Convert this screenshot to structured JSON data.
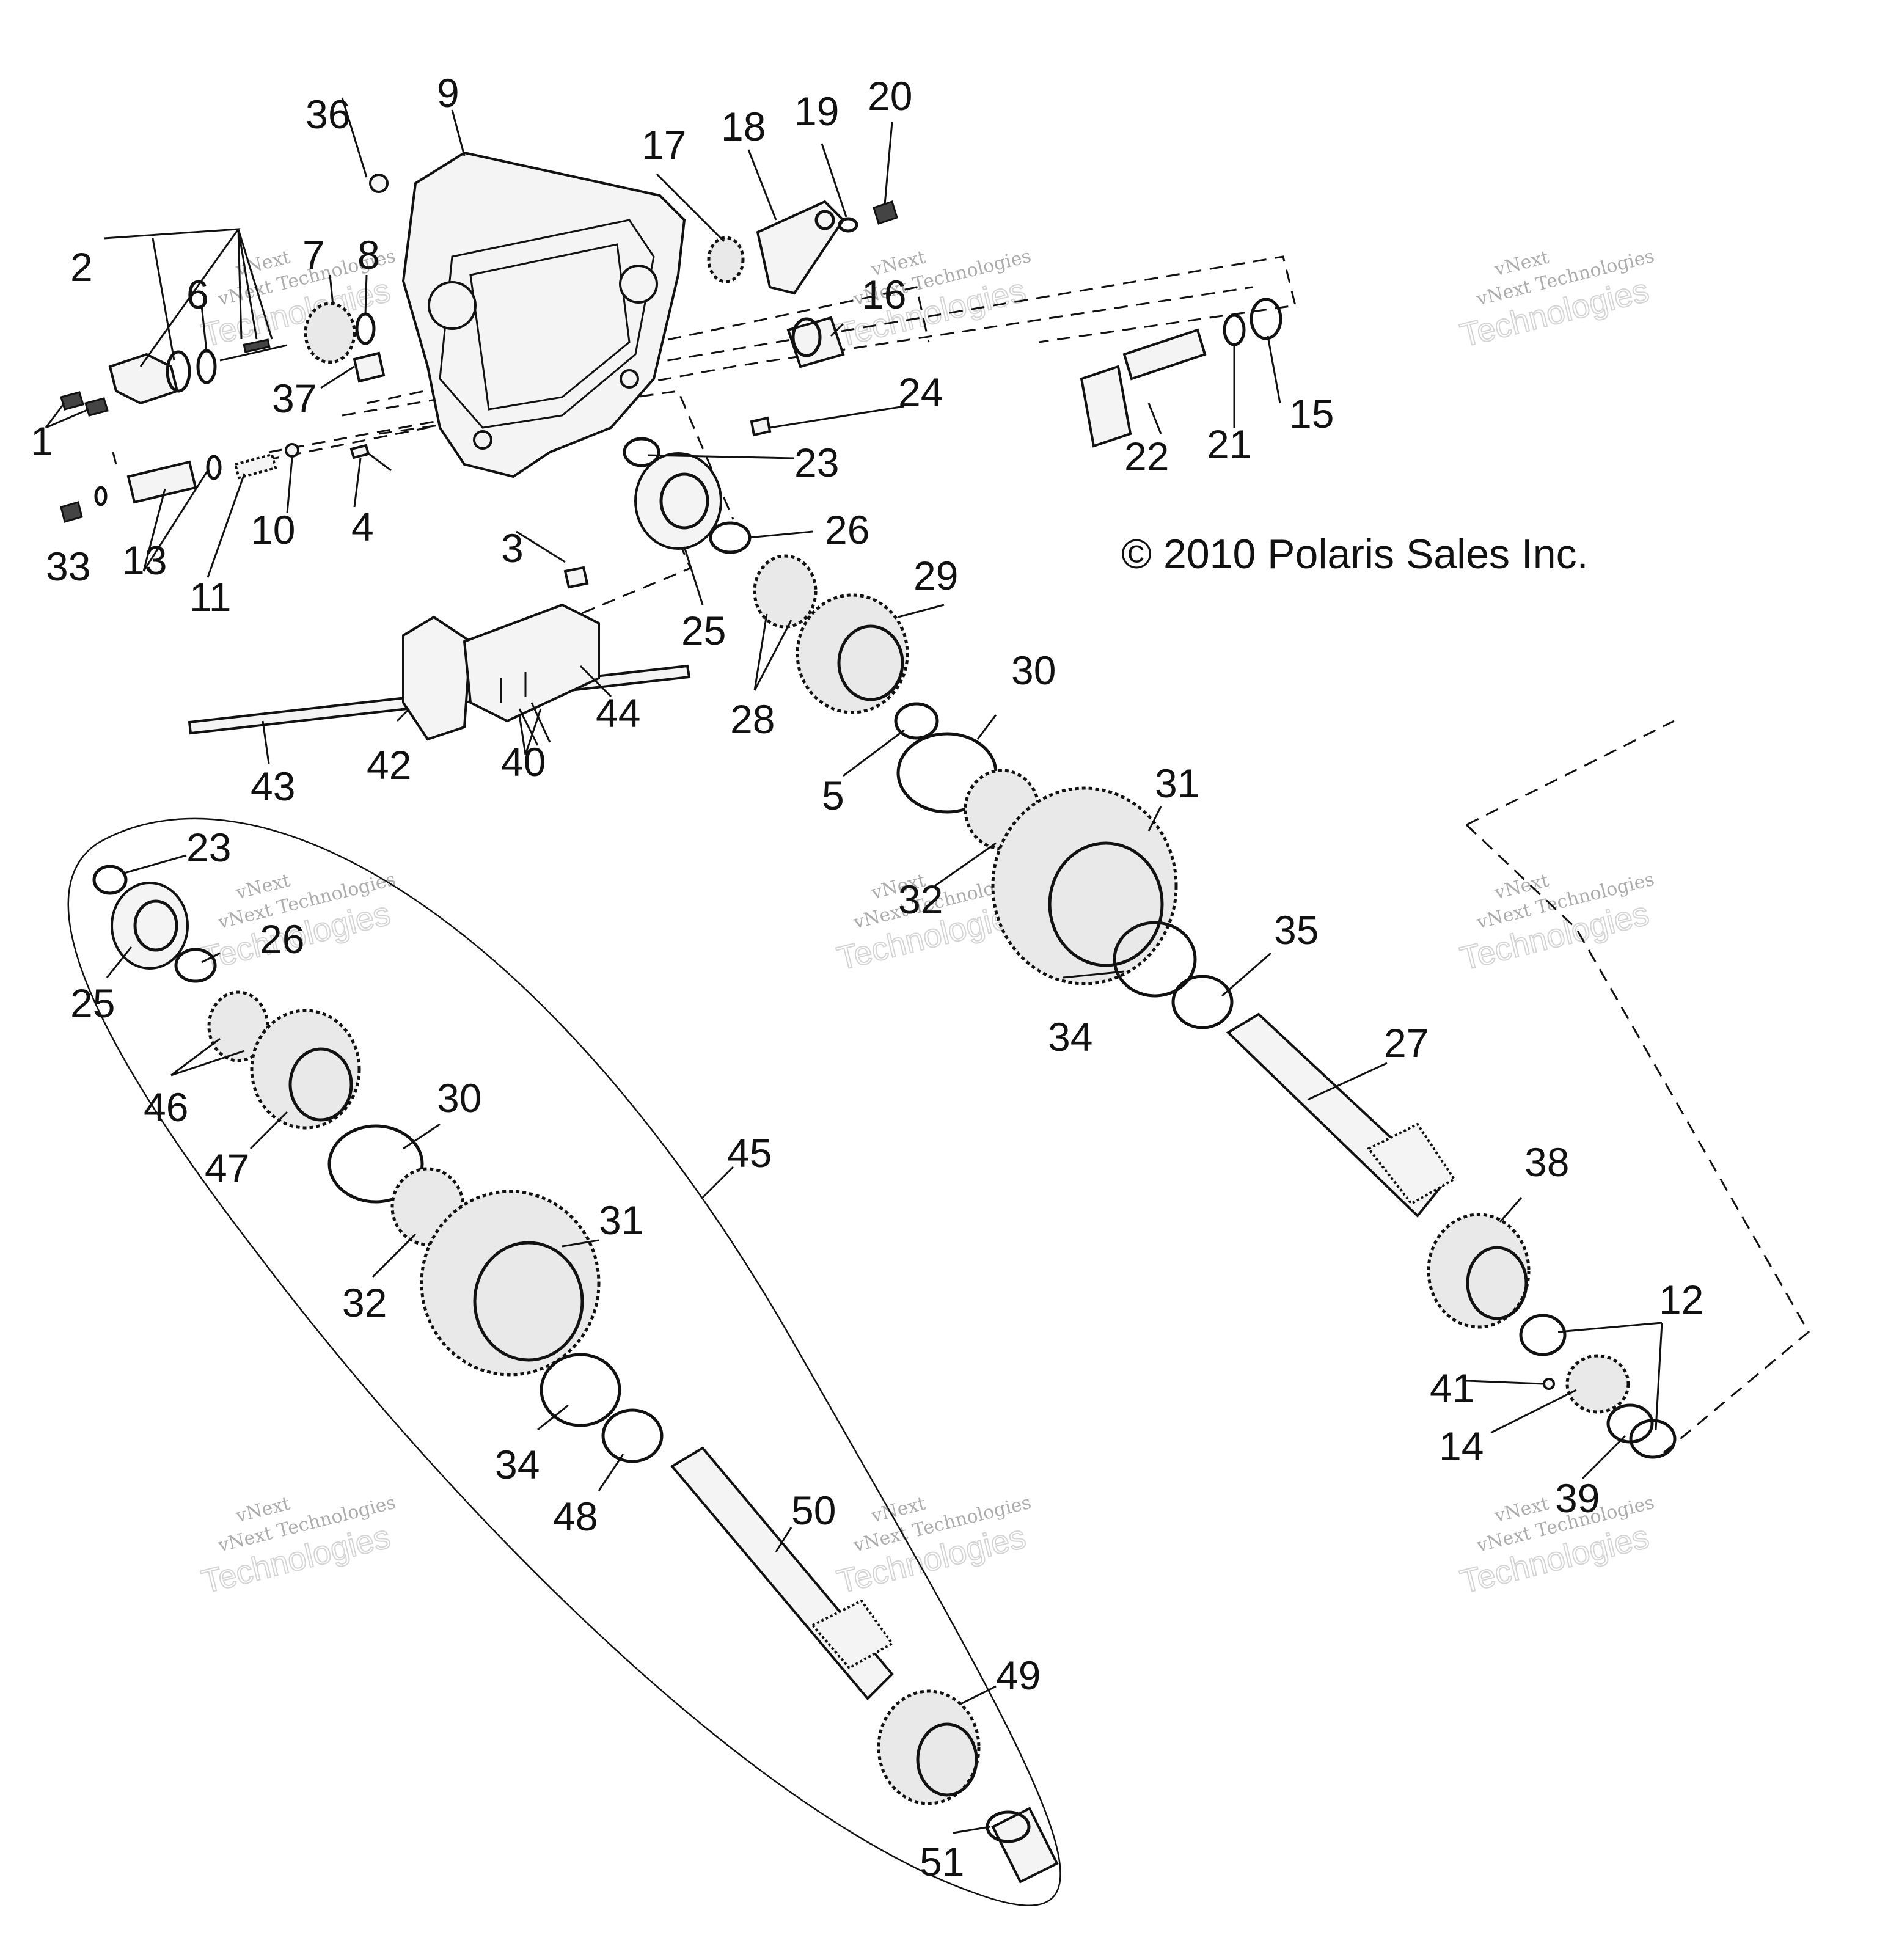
{
  "copyright": "© 2010 Polaris Sales Inc.",
  "watermark": {
    "small": "vNext Technologies",
    "big": "Technologies",
    "tag": "vNext"
  },
  "callouts": [
    {
      "id": "1",
      "label": "1"
    },
    {
      "id": "2",
      "label": "2"
    },
    {
      "id": "3",
      "label": "3"
    },
    {
      "id": "4",
      "label": "4"
    },
    {
      "id": "5",
      "label": "5"
    },
    {
      "id": "6",
      "label": "6"
    },
    {
      "id": "7",
      "label": "7"
    },
    {
      "id": "8",
      "label": "8"
    },
    {
      "id": "9",
      "label": "9"
    },
    {
      "id": "10",
      "label": "10"
    },
    {
      "id": "11",
      "label": "11"
    },
    {
      "id": "12",
      "label": "12"
    },
    {
      "id": "13",
      "label": "13"
    },
    {
      "id": "14",
      "label": "14"
    },
    {
      "id": "15",
      "label": "15"
    },
    {
      "id": "16",
      "label": "16"
    },
    {
      "id": "17",
      "label": "17"
    },
    {
      "id": "18",
      "label": "18"
    },
    {
      "id": "19",
      "label": "19"
    },
    {
      "id": "20",
      "label": "20"
    },
    {
      "id": "21",
      "label": "21"
    },
    {
      "id": "22",
      "label": "22"
    },
    {
      "id": "23a",
      "label": "23"
    },
    {
      "id": "23b",
      "label": "23"
    },
    {
      "id": "24",
      "label": "24"
    },
    {
      "id": "25a",
      "label": "25"
    },
    {
      "id": "25b",
      "label": "25"
    },
    {
      "id": "26a",
      "label": "26"
    },
    {
      "id": "26b",
      "label": "26"
    },
    {
      "id": "27",
      "label": "27"
    },
    {
      "id": "28",
      "label": "28"
    },
    {
      "id": "29",
      "label": "29"
    },
    {
      "id": "30a",
      "label": "30"
    },
    {
      "id": "30b",
      "label": "30"
    },
    {
      "id": "31a",
      "label": "31"
    },
    {
      "id": "31b",
      "label": "31"
    },
    {
      "id": "32a",
      "label": "32"
    },
    {
      "id": "32b",
      "label": "32"
    },
    {
      "id": "33",
      "label": "33"
    },
    {
      "id": "34a",
      "label": "34"
    },
    {
      "id": "34b",
      "label": "34"
    },
    {
      "id": "35",
      "label": "35"
    },
    {
      "id": "36",
      "label": "36"
    },
    {
      "id": "37",
      "label": "37"
    },
    {
      "id": "38",
      "label": "38"
    },
    {
      "id": "39",
      "label": "39"
    },
    {
      "id": "40",
      "label": "40"
    },
    {
      "id": "41",
      "label": "41"
    },
    {
      "id": "42",
      "label": "42"
    },
    {
      "id": "43",
      "label": "43"
    },
    {
      "id": "44",
      "label": "44"
    },
    {
      "id": "45",
      "label": "45"
    },
    {
      "id": "46",
      "label": "46"
    },
    {
      "id": "47",
      "label": "47"
    },
    {
      "id": "48",
      "label": "48"
    },
    {
      "id": "49",
      "label": "49"
    },
    {
      "id": "50",
      "label": "50"
    },
    {
      "id": "51",
      "label": "51"
    }
  ]
}
